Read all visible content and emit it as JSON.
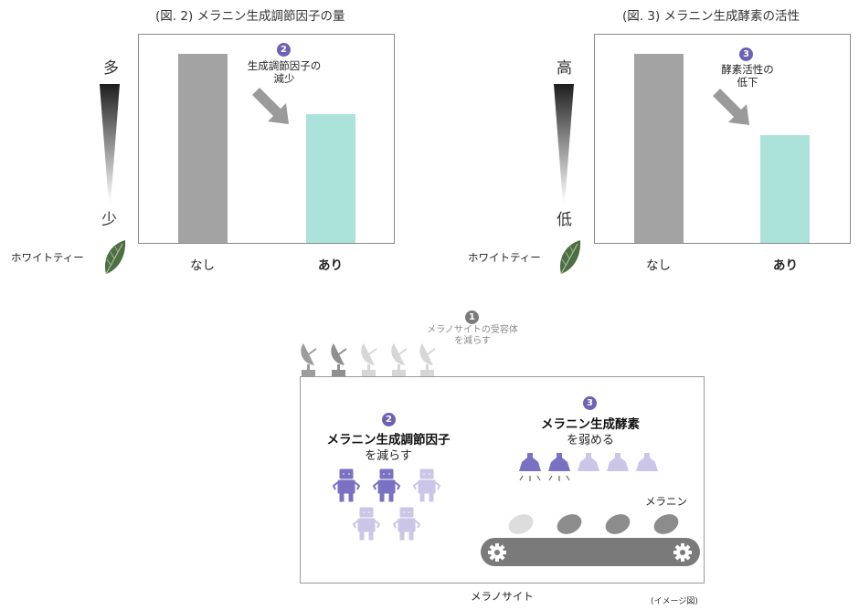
{
  "chart_data": [
    {
      "type": "bar",
      "title": "(図. 2) メラニン生成調節因子の量",
      "categories": [
        "なし",
        "あり"
      ],
      "values": [
        1.0,
        0.68
      ],
      "scale_top_label": "多",
      "scale_bottom_label": "少",
      "x_group_label": "ホワイトティー",
      "annotation_number": "2",
      "annotation": "生成調節因子の\n減少",
      "colors": [
        "#a3a3a3",
        "#abe2d9"
      ],
      "ylim": [
        0,
        1.1
      ]
    },
    {
      "type": "bar",
      "title": "(図. 3) メラニン生成酵素の活性",
      "categories": [
        "なし",
        "あり"
      ],
      "values": [
        1.0,
        0.57
      ],
      "scale_top_label": "高",
      "scale_bottom_label": "低",
      "x_group_label": "ホワイトティー",
      "annotation_number": "3",
      "annotation": "酵素活性の\n低下",
      "colors": [
        "#a3a3a3",
        "#abe2d9"
      ],
      "ylim": [
        0,
        1.1
      ]
    }
  ],
  "diagram": {
    "step1": {
      "number": "1",
      "text": "メラノサイトの受容体\nを減らす"
    },
    "step2": {
      "number": "2",
      "title": "メラニン生成調節因子",
      "subtitle": "を減らす"
    },
    "step3": {
      "number": "3",
      "title": "メラニン生成酵素",
      "subtitle": "を弱める"
    },
    "melanin_label": "メラニン",
    "cell_label": "メラノサイト",
    "image_note": "(イメージ図)"
  },
  "colors": {
    "accent": "#6c61b5",
    "accent_light": "#c8c3e6",
    "teal": "#abe2d9",
    "gray_bar": "#a3a3a3",
    "leaf": "#4e6e43"
  },
  "icons": [
    "leaf-icon",
    "arrow-icon",
    "satellite-dish-icon",
    "robot-icon",
    "lamp-icon",
    "gear-icon"
  ]
}
